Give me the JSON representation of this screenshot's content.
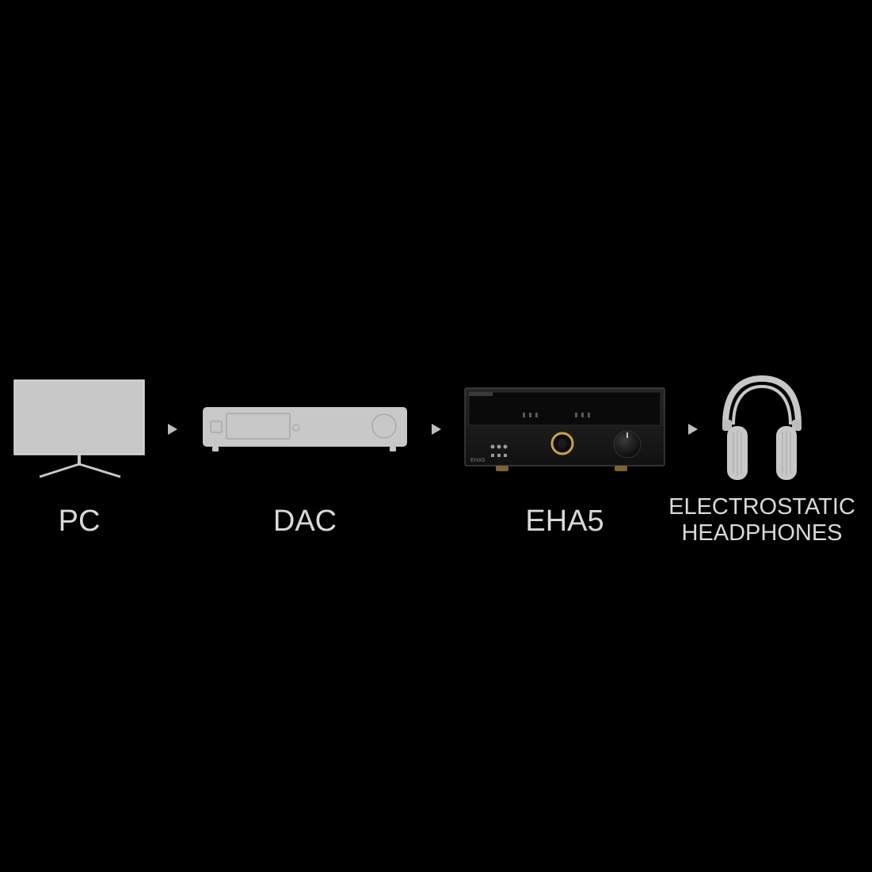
{
  "flow": {
    "pc": {
      "label": "PC",
      "icon": "monitor-icon"
    },
    "dac": {
      "label": "DAC",
      "icon": "dac-unit-icon"
    },
    "eha5": {
      "label": "EHA5",
      "icon": "eha5-amplifier-icon",
      "front_text": "EHA5"
    },
    "headphones": {
      "label_line1": "ELECTROSTATIC",
      "label_line2": "HEADPHONES",
      "icon": "headphones-icon"
    }
  },
  "colors": {
    "background": "#000000",
    "device_gray": "#c8c8c8",
    "label_text": "#d9d9d9",
    "arrow": "#bdbdbd",
    "accent_gold": "#c9a24a"
  }
}
